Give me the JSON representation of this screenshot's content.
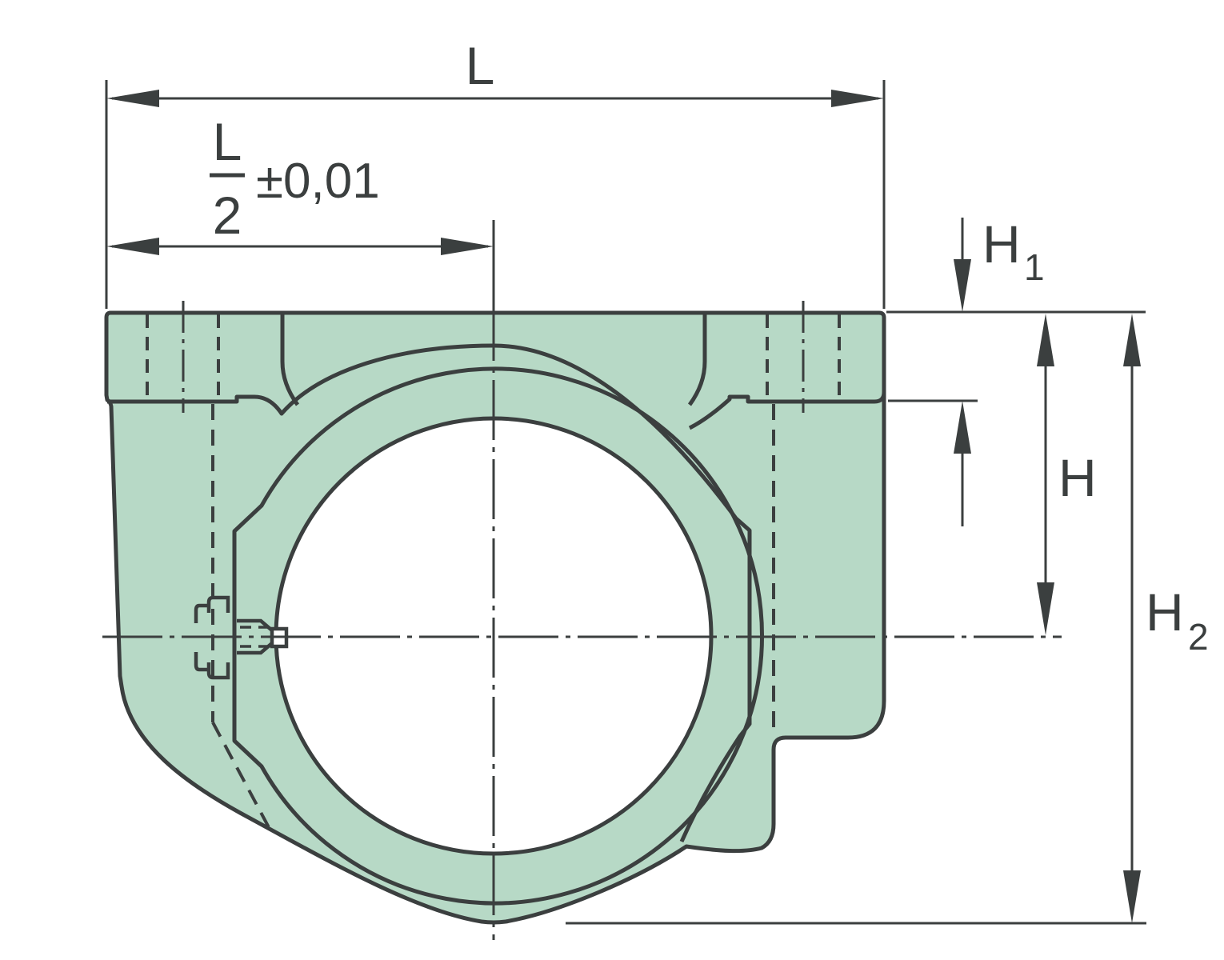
{
  "figure": {
    "type": "technical drawing",
    "subject": "pillow block linear bearing housing unit, side cross-section view"
  },
  "colors": {
    "housing_fill": "#b7d9c6",
    "line": "#3b3f3f",
    "background": "#ffffff"
  },
  "dimensions": {
    "length": {
      "label": "L"
    },
    "half_length": {
      "numerator": "L",
      "denominator": "2",
      "tolerance": "±0,01"
    },
    "height_step": {
      "label": "H",
      "subscript": "1"
    },
    "height_center": {
      "label": "H"
    },
    "height_total": {
      "label": "H",
      "subscript": "2"
    }
  }
}
